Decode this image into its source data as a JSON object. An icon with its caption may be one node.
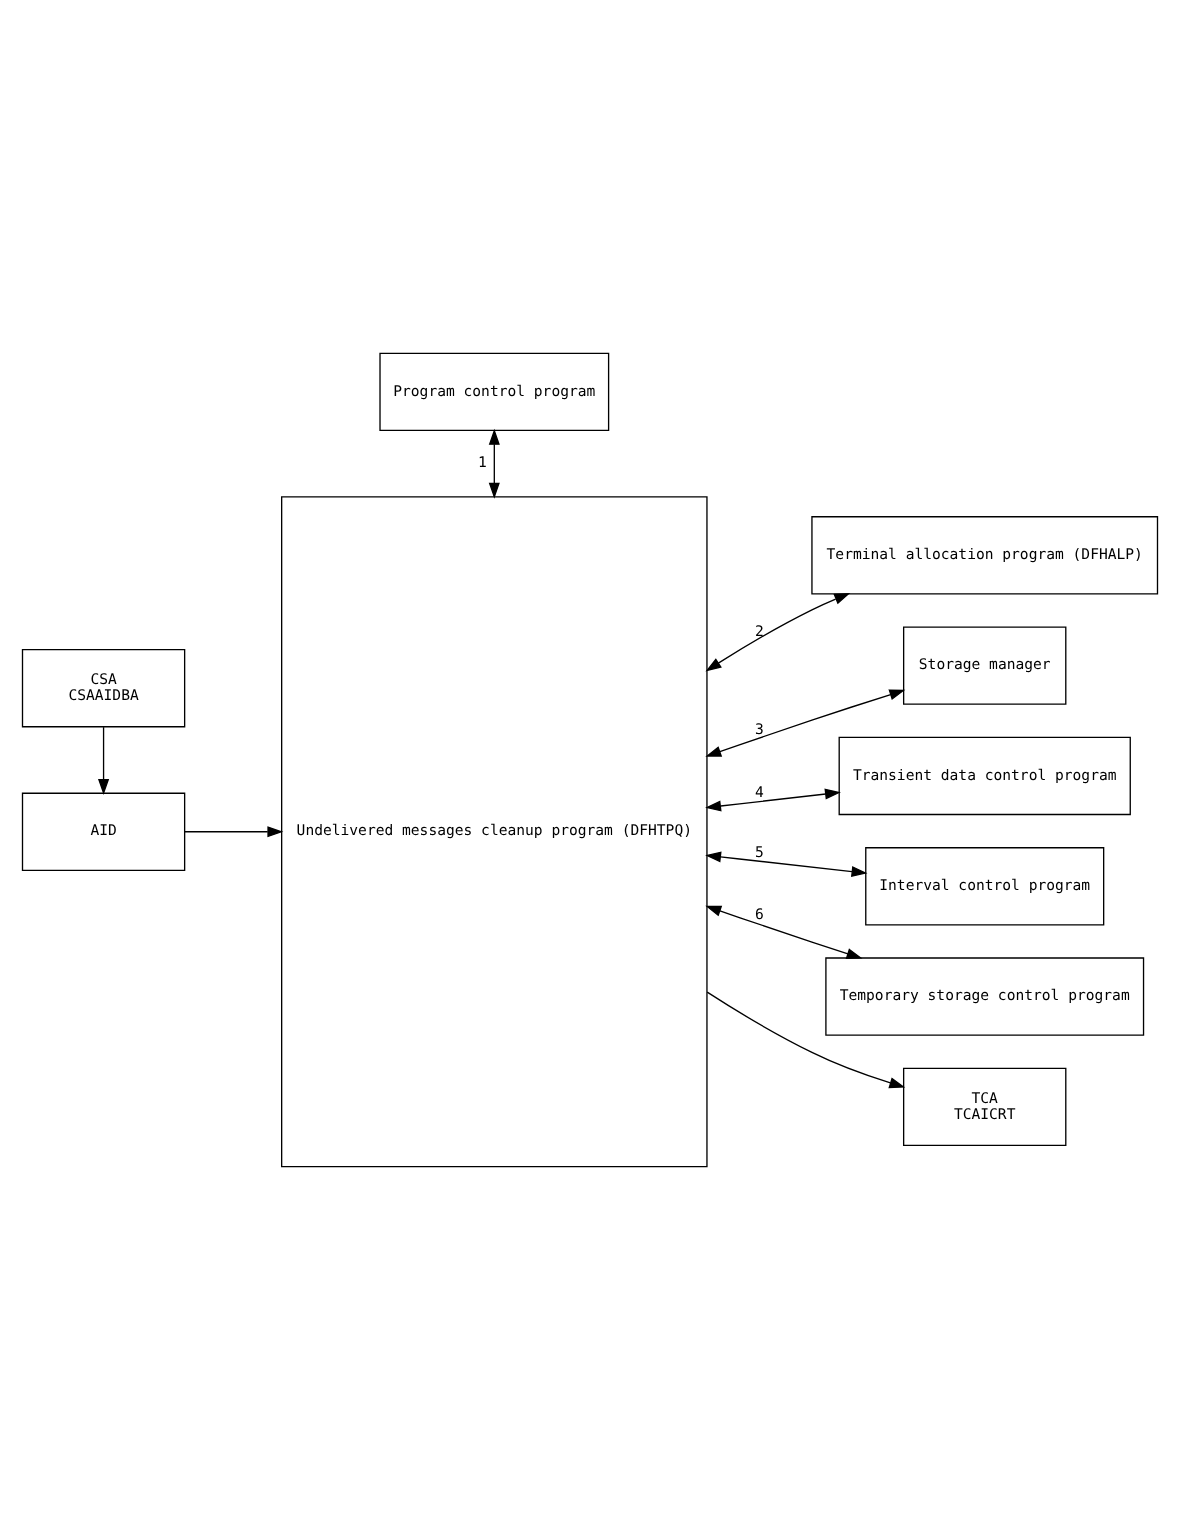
{
  "diagram": {
    "nodes": [
      {
        "text": [
          "Program control program"
        ]
      },
      {
        "text": [
          "CSA",
          "CSAAIDBA"
        ]
      },
      {
        "text": [
          "AID"
        ]
      },
      {
        "text": [
          "Undelivered messages cleanup program (DFHTPQ)"
        ]
      },
      {
        "text": [
          "Terminal allocation program (DFHALP)"
        ]
      },
      {
        "text": [
          "Storage manager"
        ]
      },
      {
        "text": [
          "Transient data control program"
        ]
      },
      {
        "text": [
          "Interval control program"
        ]
      },
      {
        "text": [
          "Temporary storage control program"
        ]
      },
      {
        "text": [
          "TCA",
          "TCAICRT"
        ]
      }
    ],
    "edges": [
      {
        "from": 0,
        "to": 3,
        "arrow": "both",
        "label": "1"
      },
      {
        "from": 1,
        "to": 2,
        "arrow": "to"
      },
      {
        "from": 2,
        "to": 3,
        "arrow": "to"
      },
      {
        "from": 3,
        "to": 4,
        "arrow": "both",
        "label": "2"
      },
      {
        "from": 3,
        "to": 5,
        "arrow": "both",
        "label": "3"
      },
      {
        "from": 3,
        "to": 6,
        "arrow": "both",
        "label": "4"
      },
      {
        "from": 3,
        "to": 7,
        "arrow": "both",
        "label": "5"
      },
      {
        "from": 3,
        "to": 8,
        "arrow": "both",
        "label": "6"
      },
      {
        "from": 3,
        "to": 9,
        "arrow": "to"
      }
    ]
  }
}
